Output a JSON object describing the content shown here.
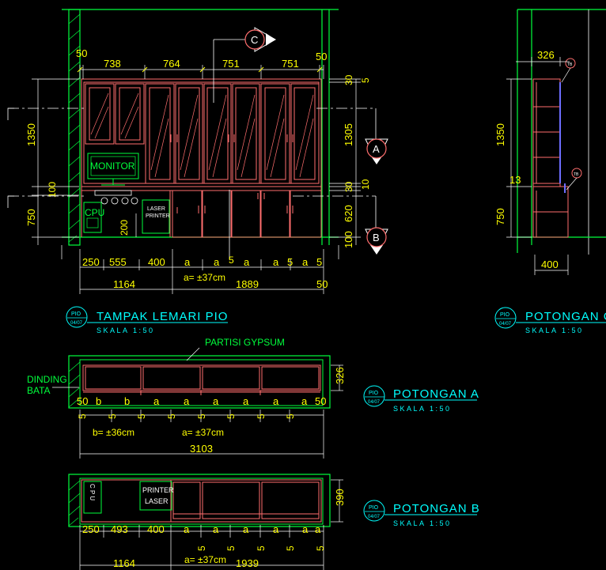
{
  "colors": {
    "background": "#000000",
    "wall": "#00ff3c",
    "cabinet": "#ff6e6e",
    "dimension": "#ffff00",
    "title": "#00ffff",
    "marker": "#ffffff"
  },
  "elevation": {
    "top_widths": [
      "50",
      "738",
      "764",
      "751",
      "751",
      "50"
    ],
    "left_heights": [
      "1350",
      "100",
      "750"
    ],
    "right_heights": [
      "30",
      "5",
      "1305",
      "30",
      "10",
      "620",
      "100"
    ],
    "label_monitor": "MONITOR",
    "label_cpu": "CPU",
    "label_printer_1": "LASER",
    "label_printer_2": "PRINTER",
    "label_200": "200",
    "marker_c": "C",
    "marker_a": "A",
    "marker_b": "B",
    "bottom_row1": [
      "250",
      "555",
      "400",
      "a",
      "a",
      "5",
      "a",
      "a",
      "5",
      "a",
      "5"
    ],
    "bottom_totals": [
      "1164",
      "1889",
      "50"
    ],
    "note_a": "a= ±37cm"
  },
  "section_c": {
    "width_top": "326",
    "height_upper": "1350",
    "height_13": "13",
    "height_lower": "750",
    "width_bottom": "400",
    "tag": "TB"
  },
  "titles": {
    "elevation": {
      "code": "PIO",
      "sheet": "04/07",
      "name": "TAMPAK LEMARI PIO",
      "scale": "SKALA 1:50"
    },
    "section_c": {
      "code": "PIO",
      "sheet": "04/07",
      "name": "POTONGAN C",
      "scale": "SKALA 1:50"
    },
    "section_a": {
      "code": "PIO",
      "sheet": "04/07",
      "name": "POTONGAN A",
      "scale": "SKALA 1:50"
    },
    "section_b": {
      "code": "PIO",
      "sheet": "04/07",
      "name": "POTONGAN B",
      "scale": "SKALA 1:50"
    }
  },
  "plan_a": {
    "label_partisi": "PARTISI GYPSUM",
    "label_dinding_1": "DINDING",
    "label_dinding_2": "BATA",
    "depth": "326",
    "bottom_row": [
      "50",
      "b",
      "b",
      "a",
      "a",
      "a",
      "a",
      "a",
      "a",
      "50"
    ],
    "bottom_fives": [
      "5",
      "5",
      "5",
      "5",
      "5",
      "5",
      "5",
      "5"
    ],
    "note_b": "b= ±36cm",
    "note_a": "a= ±37cm",
    "total": "3103"
  },
  "plan_b": {
    "label_cpu": "C P U",
    "label_printer_1": "PRINTER",
    "label_printer_2": "LASER",
    "depth": "390",
    "bottom_row": [
      "250",
      "493",
      "400",
      "a",
      "a",
      "a",
      "a",
      "a",
      "a"
    ],
    "bottom_fives": [
      "5",
      "5",
      "5",
      "5",
      "5"
    ],
    "totals": [
      "1164",
      "1939"
    ],
    "note_a": "a= ±37cm"
  }
}
